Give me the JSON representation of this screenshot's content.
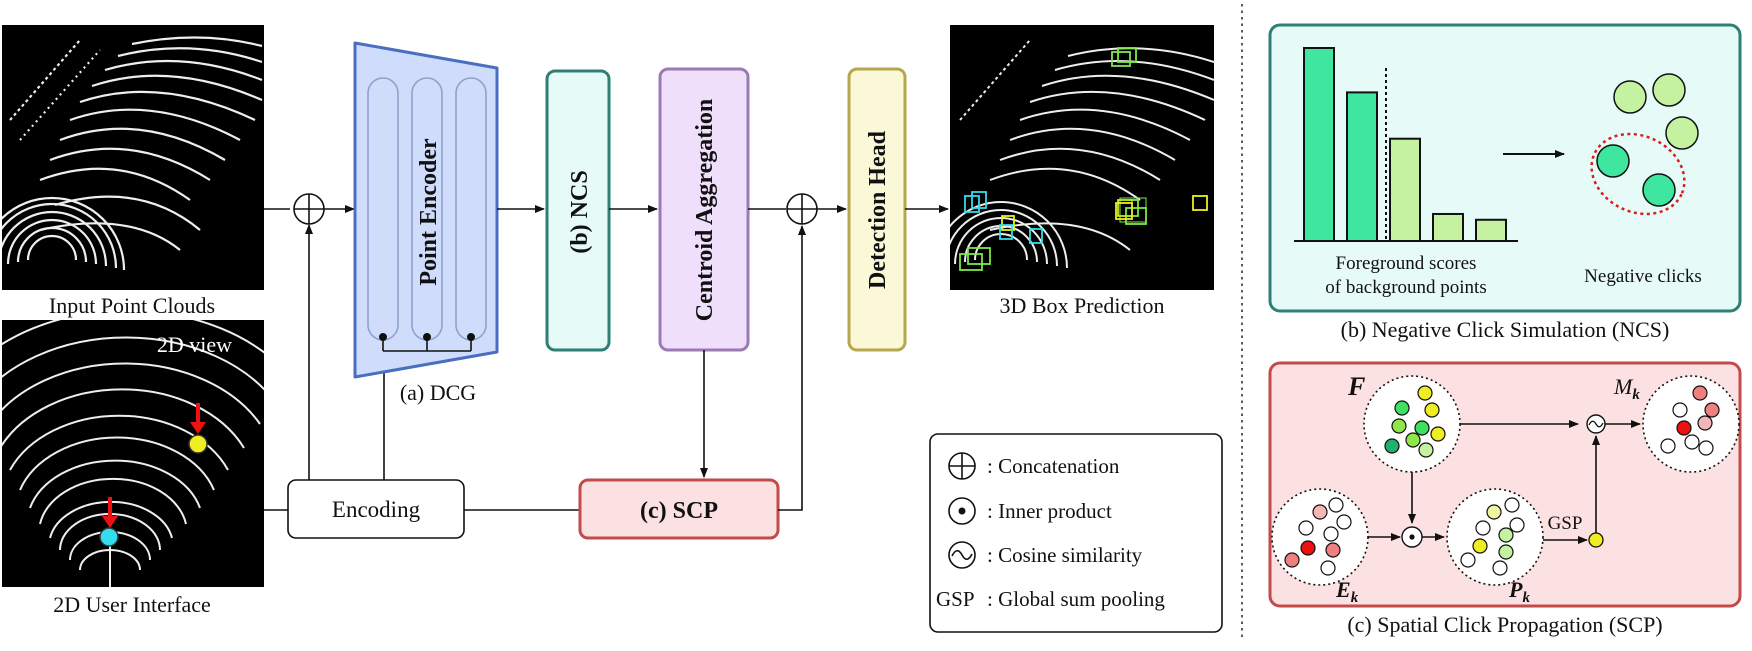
{
  "pipeline": {
    "input_point_clouds": "Input Point Clouds",
    "view_2d": "2D view",
    "user_interface": "2D User Interface",
    "point_encoder": "Point Encoder",
    "dcg": "(a) DCG",
    "ncs": "(b) NCS",
    "centroid_aggregation": "Centroid Aggregation",
    "detection_head": "Detection Head",
    "box_prediction": "3D Box Prediction",
    "encoding": "Encoding",
    "scp": "(c) SCP"
  },
  "legend": {
    "concat": ": Concatenation",
    "inner": ": Inner product",
    "cosine": ": Cosine similarity",
    "gsp_abbr": "GSP",
    "gsp": ": Global sum pooling"
  },
  "ncs_panel": {
    "caption": "(b) Negative Click Simulation (NCS)",
    "scores_line1": "Foreground scores",
    "scores_line2": "of background points",
    "neg_clicks": "Negative clicks",
    "bar_values": [
      1.0,
      0.77,
      0.53,
      0.14,
      0.11
    ],
    "bar_colors": [
      "#3ee6a0",
      "#3ee6a0",
      "#c4f2a0",
      "#c4f2a0",
      "#c4f2a0"
    ]
  },
  "scp_panel": {
    "caption": "(c) Spatial Click Propagation (SCP)",
    "f": "F",
    "ek": "E",
    "pk": "P",
    "mk": "M",
    "sub_k": "k",
    "gsp": "GSP"
  },
  "colors": {
    "encoder_fill": "#cfdcfb",
    "encoder_stroke": "#4a6fc0",
    "ncs_fill": "#e6fbf8",
    "ncs_stroke": "#2e7f74",
    "centroid_fill": "#efdffb",
    "centroid_stroke": "#9a7ab3",
    "head_fill": "#fbf8d8",
    "head_stroke": "#b5a74d",
    "scp_fill": "#fbe1e1",
    "scp_stroke": "#c24a4a",
    "click_yellow": "#eeee22",
    "click_cyan": "#33ddee"
  }
}
